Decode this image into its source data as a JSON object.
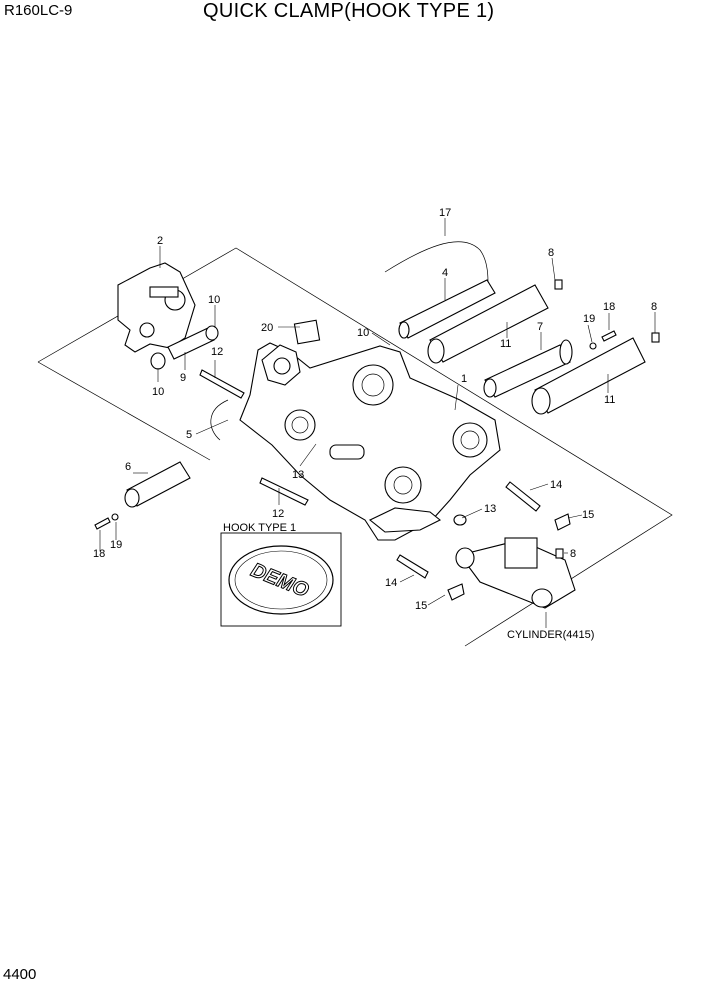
{
  "header": {
    "model": "R160LC-9",
    "title": "QUICK CLAMP(HOOK TYPE 1)"
  },
  "footer": {
    "page_number": "4400"
  },
  "inset": {
    "caption": "HOOK TYPE 1",
    "logo_text": "DEMO"
  },
  "callouts": [
    "1",
    "2",
    "4",
    "5",
    "6",
    "7",
    "8",
    "8",
    "8",
    "9",
    "10",
    "10",
    "10",
    "11",
    "11",
    "12",
    "12",
    "13",
    "13",
    "14",
    "14",
    "15",
    "15",
    "17",
    "18",
    "18",
    "19",
    "19",
    "20"
  ],
  "cylinder_ref": "CYLINDER(4415)",
  "icons": [
    "logo-plate"
  ]
}
